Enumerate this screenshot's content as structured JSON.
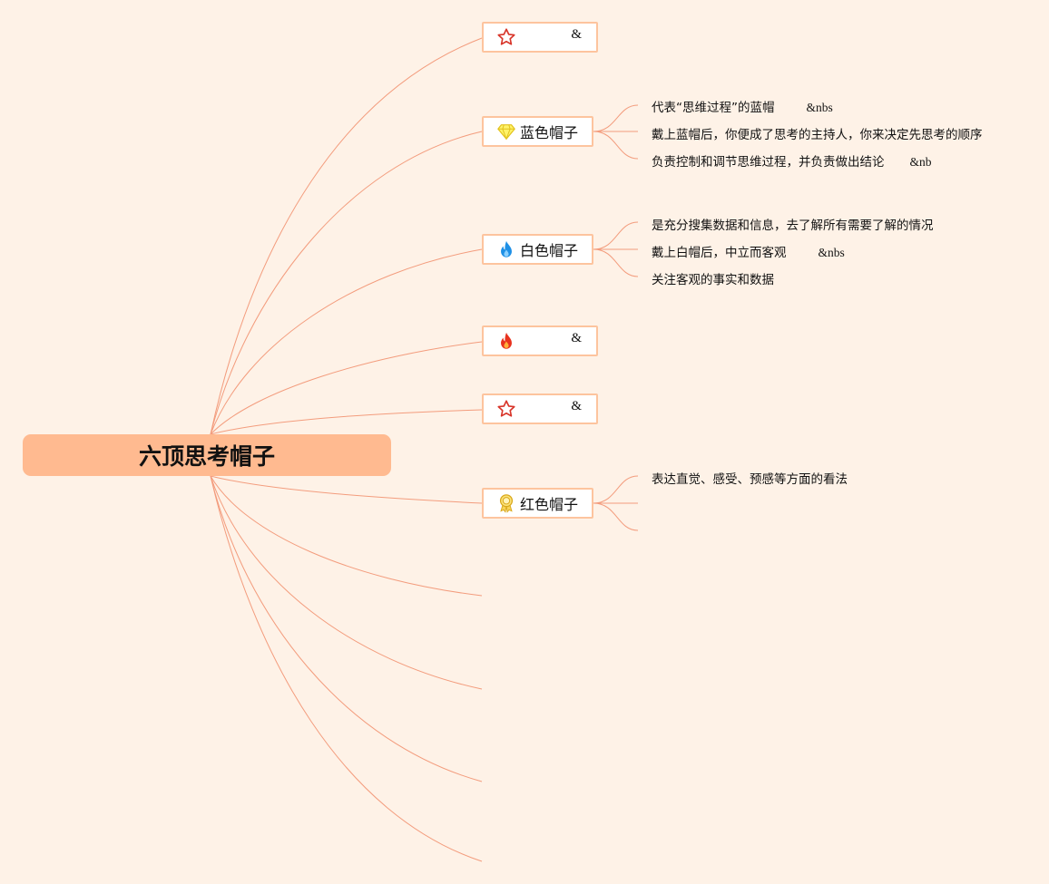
{
  "diagram": {
    "root": {
      "label": "六顶思考帽子"
    },
    "branches": [
      {
        "label": "",
        "tail": "&",
        "icon": "star-outline-icon",
        "children": []
      },
      {
        "label": "蓝色帽子",
        "tail": "",
        "icon": "diamond-icon",
        "children": [
          {
            "text": "代表“思维过程”的蓝帽",
            "tail": "&nbs"
          },
          {
            "text": "戴上蓝帽后，你便成了思考的主持人，你来决定先思考的顺序",
            "tail": ""
          },
          {
            "text": "负责控制和调节思维过程，并负责做出结论",
            "tail": "&nb"
          }
        ]
      },
      {
        "label": "白色帽子",
        "tail": "",
        "icon": "blue-flame-icon",
        "children": [
          {
            "text": "是充分搜集数据和信息，去了解所有需要了解的情况",
            "tail": ""
          },
          {
            "text": "戴上白帽后，中立而客观",
            "tail": "&nbs"
          },
          {
            "text": "关注客观的事实和数据",
            "tail": ""
          }
        ]
      },
      {
        "label": "",
        "tail": "&",
        "icon": "red-flame-icon",
        "children": []
      },
      {
        "label": "",
        "tail": "&",
        "icon": "star-outline-icon",
        "children": []
      },
      {
        "label": "红色帽子",
        "tail": "",
        "icon": "award-ribbon-icon",
        "children": [
          {
            "text": "表达直觉、感受、预感等方面的看法",
            "tail": ""
          }
        ]
      }
    ]
  },
  "colors": {
    "background": "#FEF2E7",
    "root_fill": "#FFBA90",
    "node_border": "#FDC49E",
    "link": "#F39C7D"
  }
}
